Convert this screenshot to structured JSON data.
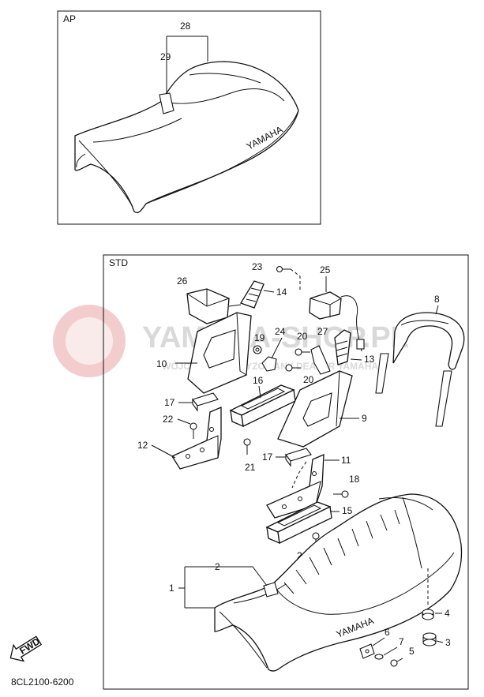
{
  "panels": {
    "ap": {
      "title": "AP"
    },
    "std": {
      "title": "STD"
    }
  },
  "watermark": {
    "brand": "YAMAHA-SHOP.PL",
    "tagline": "WÓJCIK ... AUTORYZOWANY DEALER YAMAHA",
    "color": "#e9a3a6"
  },
  "fwd_label": "FWD",
  "diagram_code": "8CL2100-6200",
  "seat_logo": "YAMAHA",
  "callouts": {
    "c1": "1",
    "c2": "2",
    "c3": "3",
    "c4": "4",
    "c5": "5",
    "c6": "6",
    "c7": "7",
    "c8": "8",
    "c9": "9",
    "c10": "10",
    "c11": "11",
    "c12": "12",
    "c13": "13",
    "c14": "14",
    "c15": "15",
    "c16": "16",
    "c17a": "17",
    "c17b": "17",
    "c18": "18",
    "c19": "19",
    "c20a": "20",
    "c20b": "20",
    "c21a": "21",
    "c21b": "21",
    "c22": "22",
    "c23": "23",
    "c24": "24",
    "c25": "25",
    "c26": "26",
    "c27": "27",
    "c28": "28",
    "c29": "29"
  }
}
